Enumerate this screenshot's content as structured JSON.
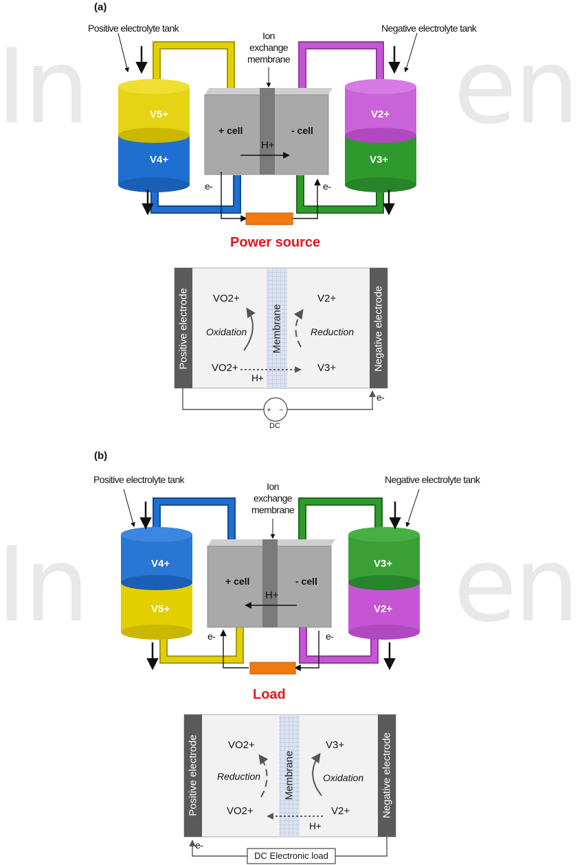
{
  "panel_a": {
    "label": "(a)",
    "positive_tank_label": "Positive electrolyte tank",
    "negative_tank_label": "Negative electrolyte tank",
    "membrane_label_line1": "Ion",
    "membrane_label_line2": "exchange",
    "membrane_label_line3": "membrane",
    "tank_pos_top": "V5+",
    "tank_pos_bottom": "V4+",
    "tank_neg_top": "V2+",
    "tank_neg_bottom": "V3+",
    "pos_cell": "+ cell",
    "neg_cell": "- cell",
    "proton": "H+",
    "electron_left": "e-",
    "electron_right": "e-",
    "title": "Power source",
    "electrode_pos": "Positive electrode",
    "electrode_neg": "Negative electrode",
    "membrane": "Membrane",
    "species_top_left": "VO2+",
    "species_bottom_left": "VO2+",
    "species_top_right": "V2+",
    "species_bottom_right": "V3+",
    "process_left": "Oxidation",
    "process_right": "Reduction",
    "schem_proton": "H+",
    "schem_electron": "e-",
    "source": "DC"
  },
  "panel_b": {
    "label": "(b)",
    "positive_tank_label": "Positive electrolyte tank",
    "negative_tank_label": "Negative electrolyte tank",
    "membrane_label_line1": "Ion",
    "membrane_label_line2": "exchange",
    "membrane_label_line3": "membrane",
    "tank_pos_top": "V4+",
    "tank_pos_bottom": "V5+",
    "tank_neg_top": "V3+",
    "tank_neg_bottom": "V2+",
    "pos_cell": "+ cell",
    "neg_cell": "- cell",
    "proton": "H+",
    "electron_left": "e-",
    "electron_right": "e-",
    "title": "Load",
    "electrode_pos": "Positive electrode",
    "electrode_neg": "Negative electrode",
    "membrane": "Membrane",
    "species_top_left": "VO2+",
    "species_bottom_left": "VO2+",
    "species_top_right": "V3+",
    "species_bottom_right": "V2+",
    "process_left": "Reduction",
    "process_right": "Oxidation",
    "schem_proton": "H+",
    "schem_electron": "e-",
    "source": "DC Electronic load"
  },
  "colors": {
    "yellow": "#e3cf00",
    "blue": "#1f6fd1",
    "magenta": "#c655d6",
    "green": "#2f9a2c",
    "cell_gray": "#a9a9a9",
    "resistor_orange": "#f07a10",
    "title_red": "#e8141c",
    "electrode_gray": "#5a5a5a"
  }
}
